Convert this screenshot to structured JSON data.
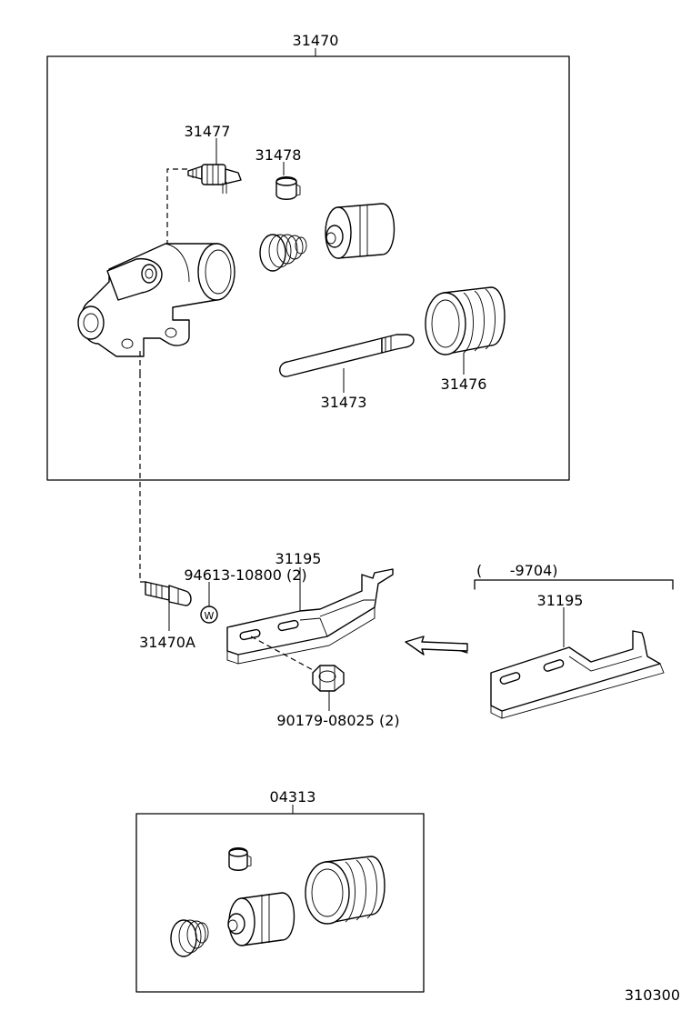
{
  "labels": {
    "assembly_31470": "31470",
    "bleeder_plug": "31477",
    "bleeder_cap": "31478",
    "push_rod": "31473",
    "boot": "31476",
    "stud_bolt": "31470A",
    "washer": "94613-10800 (2)",
    "bracket": "31195",
    "nut": "90179-08025 (2)",
    "alt_range": "(      -9704)",
    "alt_bracket": "31195",
    "kit": "04313",
    "drawing_no": "310300"
  },
  "washer_mark": "W"
}
